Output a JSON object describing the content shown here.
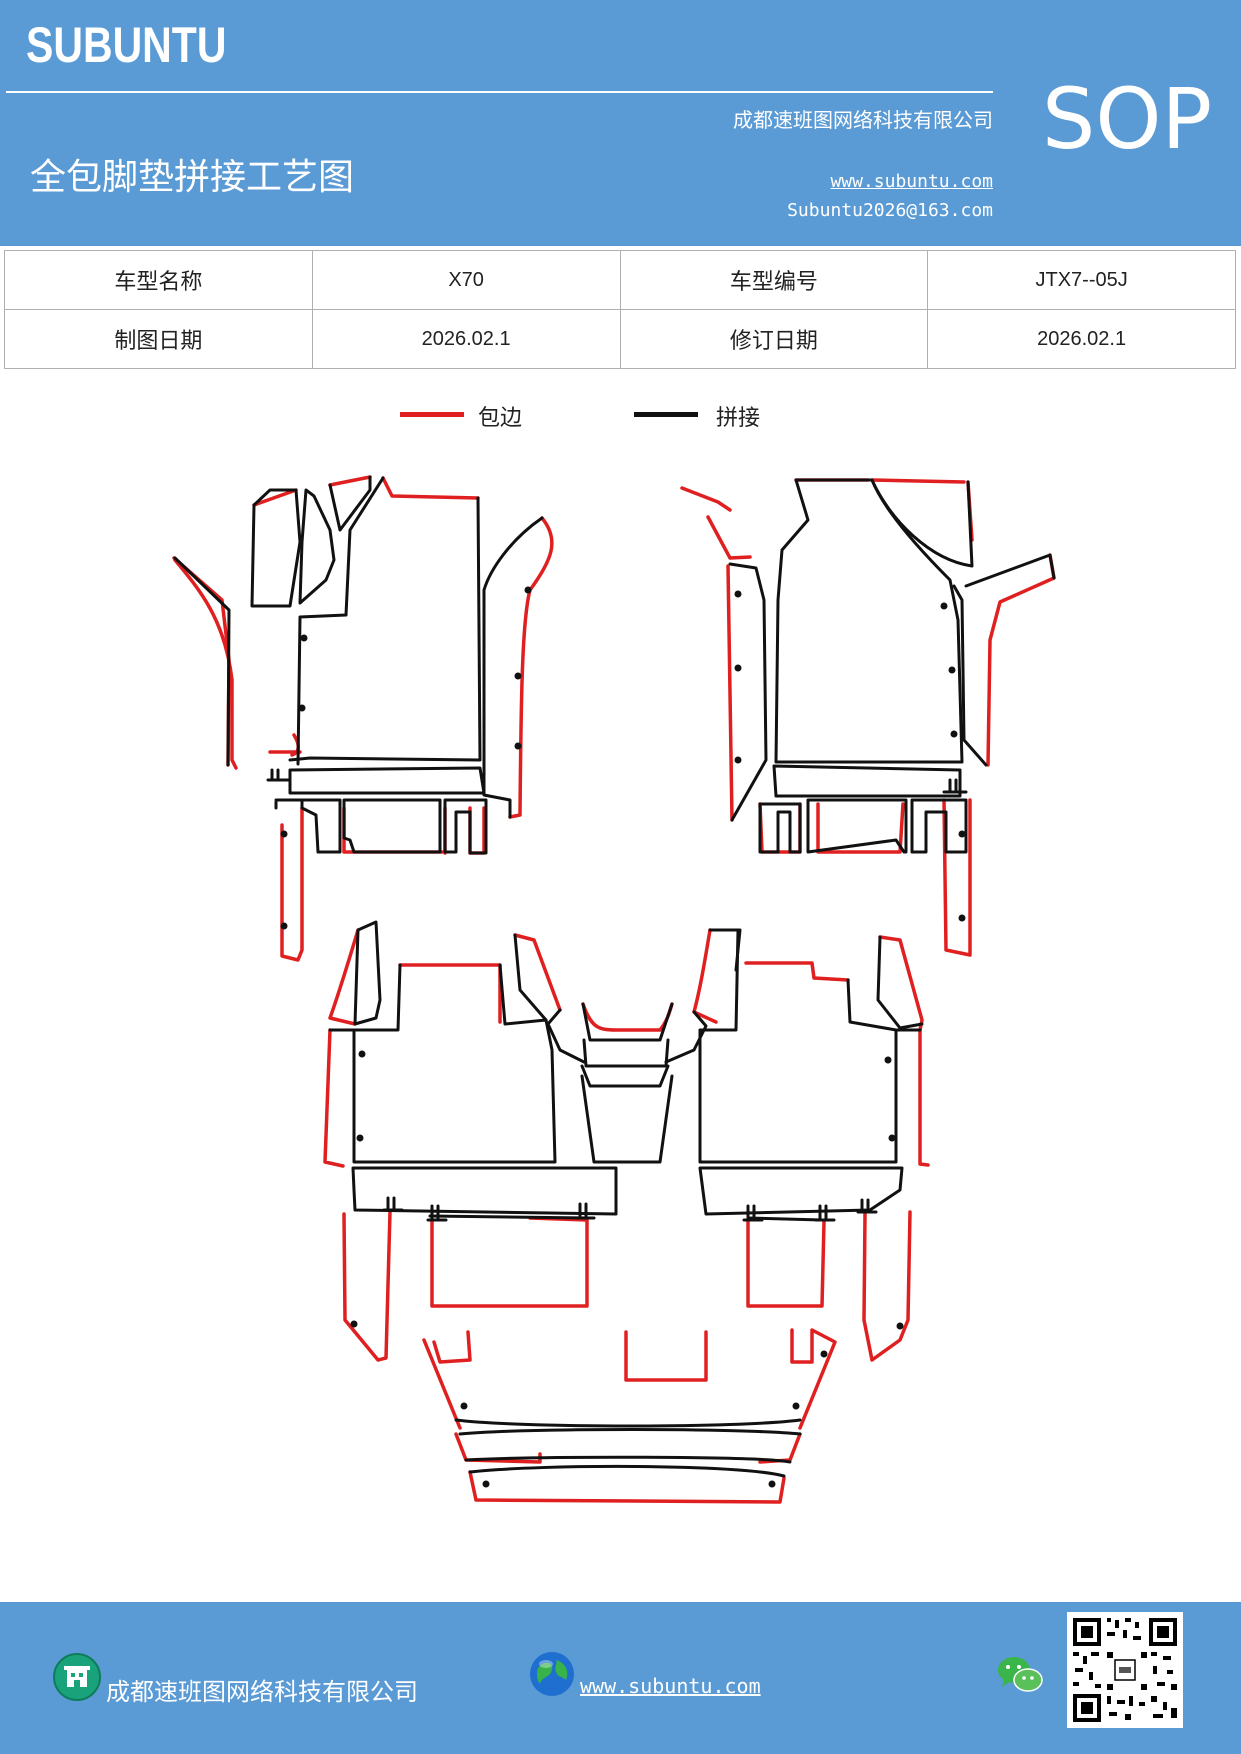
{
  "header": {
    "brand": "SUBUNTU",
    "company": "成都速班图网络科技有限公司",
    "title": "全包脚垫拼接工艺图",
    "website": "www.subuntu.com",
    "email": "Subuntu2026@163.com",
    "sop": "SOP"
  },
  "info_table": {
    "row1": {
      "label1": "车型名称",
      "value1": "X70",
      "label2": "车型编号",
      "value2": "JTX7--05J"
    },
    "row2": {
      "label1": "制图日期",
      "value1": "2026.02.1",
      "label2": "修订日期",
      "value2": "2026.02.1"
    }
  },
  "legend": {
    "edge_label": "包边",
    "edge_color": "#e02020",
    "join_label": "拼接",
    "join_color": "#111111"
  },
  "footer": {
    "company": "成都速班图网络科技有限公司",
    "website": "www.subuntu.com",
    "icons": [
      "building-icon",
      "globe-icon",
      "wechat-icon",
      "qr-code"
    ]
  }
}
